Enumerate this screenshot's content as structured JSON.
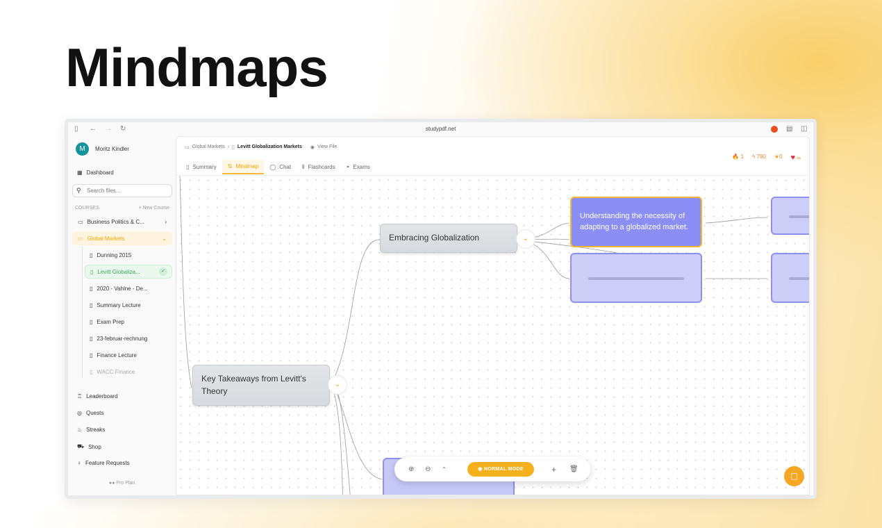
{
  "hero_title": "Mindmaps",
  "browser": {
    "url": "studypdf.net"
  },
  "user": {
    "initial": "M",
    "name": "Moritz Kindler"
  },
  "sidebar": {
    "dashboard": "Dashboard",
    "search_placeholder": "Search files...",
    "courses_label": "COURSES",
    "new_course": "+ New Course",
    "courses": [
      {
        "label": "Business Politics & C..."
      },
      {
        "label": "Global Markets"
      }
    ],
    "files": [
      {
        "label": "Dunning 2015"
      },
      {
        "label": "Levitt Globaliza..."
      },
      {
        "label": "2020 - Vahlne - De..."
      },
      {
        "label": "Summary Lecture"
      },
      {
        "label": "Exam Prep"
      },
      {
        "label": "23-februar-rechnung"
      },
      {
        "label": "Finance Lecture"
      },
      {
        "label": "WACC Finance"
      }
    ],
    "nav": [
      {
        "label": "Leaderboard"
      },
      {
        "label": "Quests"
      },
      {
        "label": "Streaks"
      },
      {
        "label": "Shop"
      },
      {
        "label": "Feature Requests"
      }
    ],
    "plan": "Pro Plan"
  },
  "breadcrumb": {
    "folder": "Global Markets",
    "file": "Levitt Globalization Markets",
    "view": "View File"
  },
  "tabs": [
    {
      "label": "Summary"
    },
    {
      "label": "Mindmap"
    },
    {
      "label": "Chat"
    },
    {
      "label": "Flashcards"
    },
    {
      "label": "Exams"
    }
  ],
  "stats": {
    "streak": "1",
    "xp": "790",
    "stars": "0",
    "lives": "∞"
  },
  "mindmap": {
    "node_embracing": "Embracing Globalization",
    "node_understanding": "Understanding the necessity of adapting to a globalized market.",
    "node_key": "Key Takeaways from Levitt's Theory"
  },
  "toolbar": {
    "mode": "NORMAL MODE"
  },
  "colors": {
    "accent": "#f6b01e",
    "node_blue": "#8b8ef4",
    "node_light": "#ccceF8",
    "avatar": "#13939a"
  }
}
